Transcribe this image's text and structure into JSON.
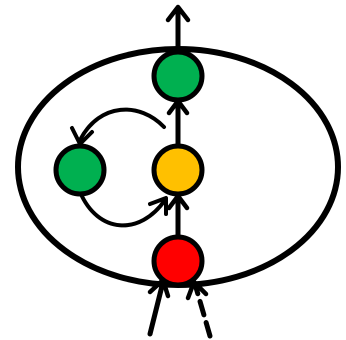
{
  "diagram": {
    "colors": {
      "stroke": "#000000",
      "background": "#ffffff",
      "green": "#00b050",
      "yellow": "#ffc000",
      "red": "#ff0000"
    },
    "nodes": [
      {
        "id": "top-green",
        "color": "green"
      },
      {
        "id": "left-green",
        "color": "green"
      },
      {
        "id": "center-yellow",
        "color": "yellow"
      },
      {
        "id": "bottom-red",
        "color": "red"
      }
    ],
    "edges": [
      {
        "from": "bottom-red",
        "to": "center-yellow",
        "style": "solid"
      },
      {
        "from": "center-yellow",
        "to": "top-green",
        "style": "solid"
      },
      {
        "from": "top-green",
        "to": "outside-top",
        "style": "solid"
      },
      {
        "from": "center-yellow",
        "to": "left-green",
        "style": "solid",
        "curved": true
      },
      {
        "from": "left-green",
        "to": "center-yellow",
        "style": "solid",
        "curved": true
      },
      {
        "from": "outside-bottom-left",
        "to": "bottom-red",
        "style": "solid"
      },
      {
        "from": "bottom-red",
        "to": "outside-bottom-right",
        "style": "dashed"
      }
    ]
  }
}
